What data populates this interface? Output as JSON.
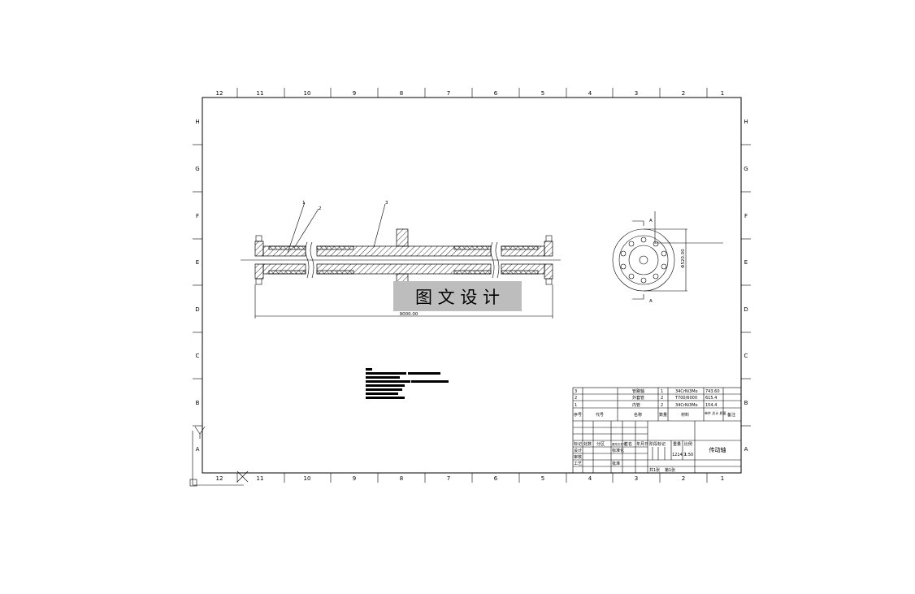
{
  "zones": {
    "columns": [
      "12",
      "11",
      "10",
      "9",
      "8",
      "7",
      "6",
      "5",
      "4",
      "3",
      "2",
      "1"
    ],
    "rows": [
      "H",
      "G",
      "F",
      "E",
      "D",
      "C",
      "B",
      "A"
    ]
  },
  "drawing": {
    "balloons": [
      "1",
      "2",
      "3"
    ],
    "length_dim": "9000.00",
    "diameter_dim": "Φ520.00",
    "section_label": "A",
    "watermark": "图 文 设 计"
  },
  "parts_list": [
    {
      "no": "3",
      "name": "管路轴",
      "qty": "1",
      "material": "34CrNi3Mo",
      "mass": "743.60"
    },
    {
      "no": "2",
      "name": "外套管",
      "qty": "2",
      "material": "T700/6000",
      "mass": "615.4"
    },
    {
      "no": "1",
      "name": "内管",
      "qty": "2",
      "material": "34CrNi3Mo",
      "mass": "154.4"
    }
  ],
  "parts_header": {
    "no": "序号",
    "code": "代号",
    "name": "名称",
    "qty": "数量",
    "material": "材料",
    "mass": "单件 总计 质量",
    "note": "备注"
  },
  "title_block": {
    "mark": "标记",
    "count": "处数",
    "zone": "分区",
    "doc": "更改文件号",
    "sign": "签名",
    "date": "年月日",
    "design": "设计",
    "check": "审核",
    "process": "工艺",
    "std": "标准化",
    "approve": "批准",
    "stage": "阶段标记",
    "weight": "重量",
    "scale": "比例",
    "weight_value": "1214.7",
    "scale_value": "1:50",
    "title": "传动轴",
    "sheet_total": "共1张",
    "sheet_no": "第1张"
  }
}
